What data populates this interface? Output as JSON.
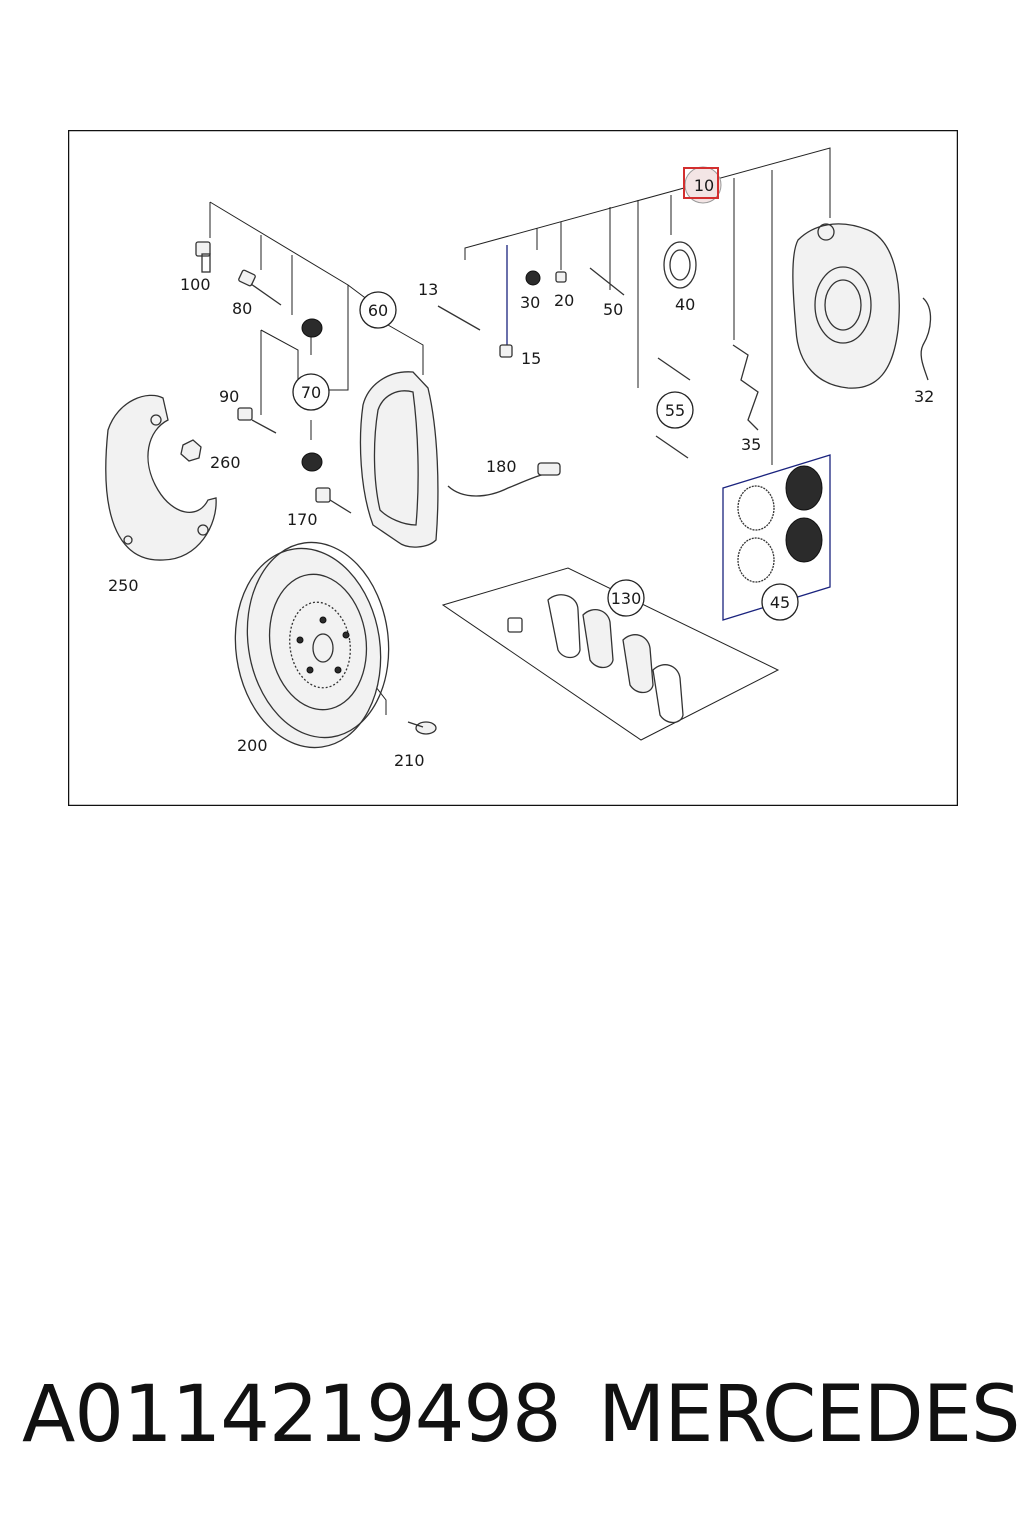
{
  "diagram": {
    "callouts": {
      "c10": "10",
      "c13": "13",
      "c15": "15",
      "c20": "20",
      "c30": "30",
      "c32": "32",
      "c35": "35",
      "c40": "40",
      "c45": "45",
      "c50": "50",
      "c55": "55",
      "c60": "60",
      "c70": "70",
      "c80": "80",
      "c90": "90",
      "c100": "100",
      "c130": "130",
      "c170": "170",
      "c180": "180",
      "c200": "200",
      "c210": "210",
      "c250": "250",
      "c260": "260"
    },
    "highlight_color": "#d32f2f",
    "leader_accent_color": "#1a237e"
  },
  "footer": {
    "part_number": "A0114219498",
    "brand": "MERCEDES"
  }
}
